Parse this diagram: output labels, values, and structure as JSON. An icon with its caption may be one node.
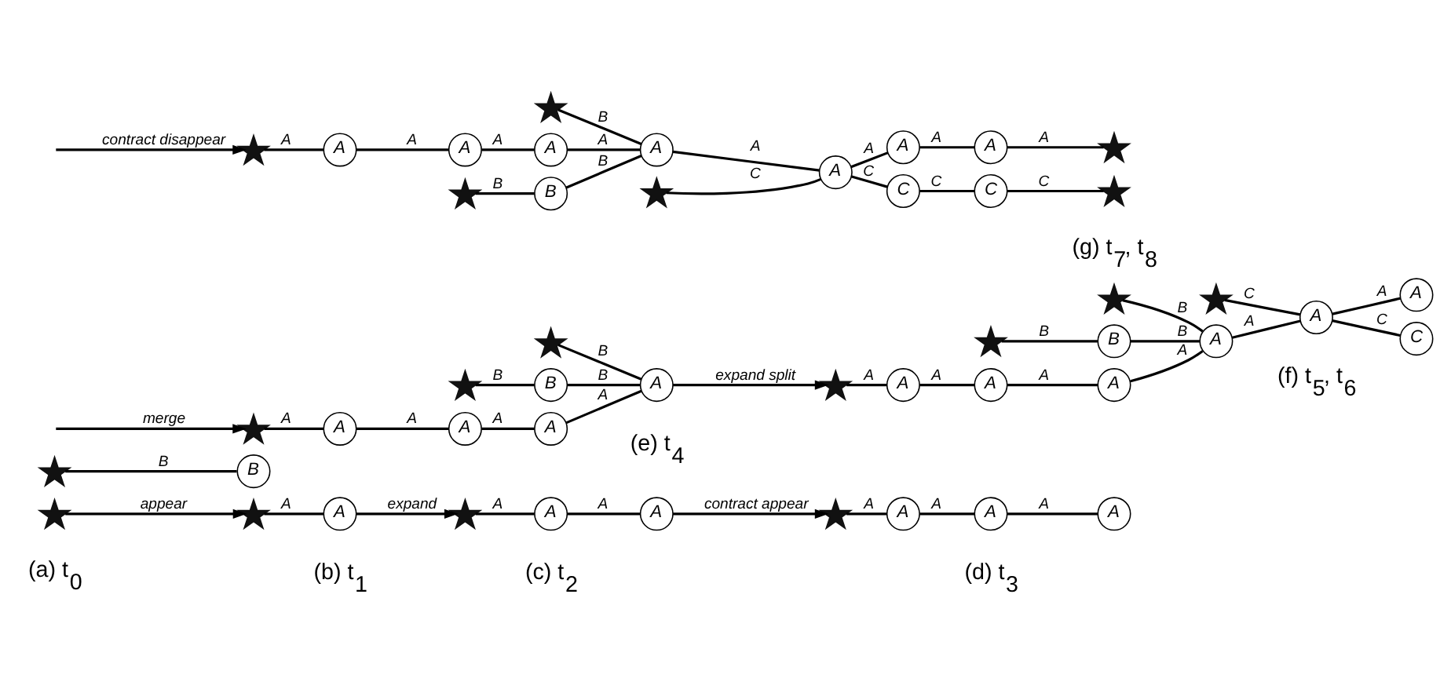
{
  "diagram": {
    "nodes": [
      {
        "text": [],
        "shape": "star"
      },
      {
        "text": [],
        "shape": "star"
      },
      {
        "text": [
          "A"
        ]
      },
      {
        "text": [],
        "shape": "star"
      },
      {
        "text": [
          "A"
        ]
      },
      {
        "text": [
          "A"
        ]
      },
      {
        "text": [],
        "shape": "star"
      },
      {
        "text": [
          "A"
        ]
      },
      {
        "text": [
          "A"
        ]
      },
      {
        "text": [
          "A"
        ]
      },
      {
        "text": [],
        "shape": "star"
      },
      {
        "text": [
          "B"
        ]
      },
      {
        "text": [],
        "shape": "star"
      },
      {
        "text": [
          "A"
        ]
      },
      {
        "text": [
          "A"
        ]
      },
      {
        "text": [
          "A"
        ]
      },
      {
        "text": [],
        "shape": "star"
      },
      {
        "text": [
          "A"
        ]
      },
      {
        "text": [],
        "shape": "star"
      },
      {
        "text": [
          "B"
        ]
      },
      {
        "text": [],
        "shape": "star"
      },
      {
        "text": [],
        "shape": "star"
      },
      {
        "text": [],
        "shape": "star"
      },
      {
        "text": [
          "A"
        ]
      },
      {
        "text": [
          "A"
        ]
      },
      {
        "text": [
          "A"
        ]
      },
      {
        "text": [
          "A"
        ]
      },
      {
        "text": [
          "A"
        ]
      },
      {
        "text": [
          "A"
        ]
      },
      {
        "text": [],
        "shape": "star"
      },
      {
        "text": [
          "B"
        ]
      },
      {
        "text": [
          "C"
        ]
      },
      {
        "text": [],
        "shape": "star"
      },
      {
        "text": [],
        "shape": "star"
      },
      {
        "text": [],
        "shape": "star"
      },
      {
        "text": [
          "A"
        ]
      },
      {
        "text": [
          "A"
        ]
      },
      {
        "text": [
          "A"
        ]
      },
      {
        "text": [
          "A"
        ]
      },
      {
        "text": [
          "A"
        ]
      },
      {
        "text": [
          "A"
        ]
      },
      {
        "text": [
          "A"
        ]
      },
      {
        "text": [],
        "shape": "star"
      },
      {
        "text": [],
        "shape": "star"
      },
      {
        "text": [
          "B"
        ]
      },
      {
        "text": [
          "C"
        ]
      },
      {
        "text": [
          "C"
        ]
      },
      {
        "text": [],
        "shape": "star"
      }
    ],
    "edges": [
      {
        "from": 0,
        "to": 1,
        "arrow": "to",
        "label": "appear"
      },
      {
        "from": 1,
        "to": 2,
        "arrow": "none",
        "label": "A"
      },
      {
        "from": 2,
        "to": 3,
        "arrow": "to",
        "label": "expand"
      },
      {
        "from": 3,
        "to": 4,
        "arrow": "none",
        "label": "A"
      },
      {
        "from": 4,
        "to": 5,
        "arrow": "none",
        "label": "A"
      },
      {
        "from": 5,
        "to": 6,
        "arrow": "to",
        "label": "contract appear"
      },
      {
        "from": 6,
        "to": 7,
        "arrow": "none",
        "label": "A"
      },
      {
        "from": 7,
        "to": 8,
        "arrow": "none",
        "label": "A"
      },
      {
        "from": 8,
        "to": 9,
        "arrow": "none",
        "label": "A"
      },
      {
        "from": 10,
        "to": 11,
        "arrow": "none",
        "label": "B"
      },
      {
        "from": null,
        "to": 12,
        "arrow": "to",
        "label": "merge"
      },
      {
        "from": 12,
        "to": 13,
        "arrow": "none",
        "label": "A"
      },
      {
        "from": 13,
        "to": 14,
        "arrow": "none",
        "label": "A"
      },
      {
        "from": 14,
        "to": 15,
        "arrow": "none",
        "label": "A"
      },
      {
        "from": 15,
        "to": 17,
        "arrow": "none",
        "label": "A"
      },
      {
        "from": 16,
        "to": 17,
        "arrow": "none",
        "label": "B"
      },
      {
        "from": 18,
        "to": 19,
        "arrow": "none",
        "label": "B"
      },
      {
        "from": 19,
        "to": 17,
        "arrow": "none",
        "label": "B"
      },
      {
        "from": 17,
        "to": 22,
        "arrow": "to",
        "label": "expand split"
      },
      {
        "from": 22,
        "to": 23,
        "arrow": "none",
        "label": "A"
      },
      {
        "from": 23,
        "to": 24,
        "arrow": "none",
        "label": "A"
      },
      {
        "from": 24,
        "to": 25,
        "arrow": "none",
        "label": "A"
      },
      {
        "from": 25,
        "to": 26,
        "arrow": "none",
        "label": "A"
      },
      {
        "from": 20,
        "to": 26,
        "arrow": "none",
        "label": "B"
      },
      {
        "from": 26,
        "to": 27,
        "arrow": "none",
        "label": "A"
      },
      {
        "from": 21,
        "to": 27,
        "arrow": "none",
        "label": "C"
      },
      {
        "from": 27,
        "to": 28,
        "arrow": "none",
        "label": "A"
      },
      {
        "from": 27,
        "to": 31,
        "arrow": "none",
        "label": "C"
      },
      {
        "from": 29,
        "to": 30,
        "arrow": "none",
        "label": "B"
      },
      {
        "from": 30,
        "to": 26,
        "arrow": "none",
        "label": "B"
      },
      {
        "from": null,
        "to": 34,
        "arrow": "to",
        "label": "contract disappear"
      },
      {
        "from": 34,
        "to": 35,
        "arrow": "none",
        "label": "A"
      },
      {
        "from": 35,
        "to": 36,
        "arrow": "none",
        "label": "A"
      },
      {
        "from": 36,
        "to": 37,
        "arrow": "none",
        "label": "A"
      },
      {
        "from": 37,
        "to": 38,
        "arrow": "none",
        "label": "A"
      },
      {
        "from": 32,
        "to": 38,
        "arrow": "none",
        "label": "B"
      },
      {
        "from": 38,
        "to": 39,
        "arrow": "none",
        "label": "A"
      },
      {
        "from": 33,
        "to": 39,
        "arrow": "none",
        "label": "C"
      },
      {
        "from": 39,
        "to": 40,
        "arrow": "none",
        "label": "A"
      },
      {
        "from": 40,
        "to": 41,
        "arrow": "none",
        "label": "A"
      },
      {
        "from": 41,
        "to": 42,
        "arrow": "none",
        "label": "A"
      },
      {
        "from": 39,
        "to": 45,
        "arrow": "none",
        "label": "C"
      },
      {
        "from": 45,
        "to": 46,
        "arrow": "none",
        "label": "C"
      },
      {
        "from": 46,
        "to": 47,
        "arrow": "none",
        "label": "C"
      },
      {
        "from": 43,
        "to": 44,
        "arrow": "none",
        "label": "B"
      },
      {
        "from": 44,
        "to": 38,
        "arrow": "none",
        "label": "B"
      }
    ],
    "labels": [
      "(a) t$_{0}$",
      "(b) t$_{1}$",
      "(c) t$_{2}$",
      "(d) t$_{3}$",
      "(e) t$_{4}$",
      "(f) t$_{5}$, t$_{6}$",
      "(g) t$_{7}$, t$_{8}$"
    ]
  }
}
